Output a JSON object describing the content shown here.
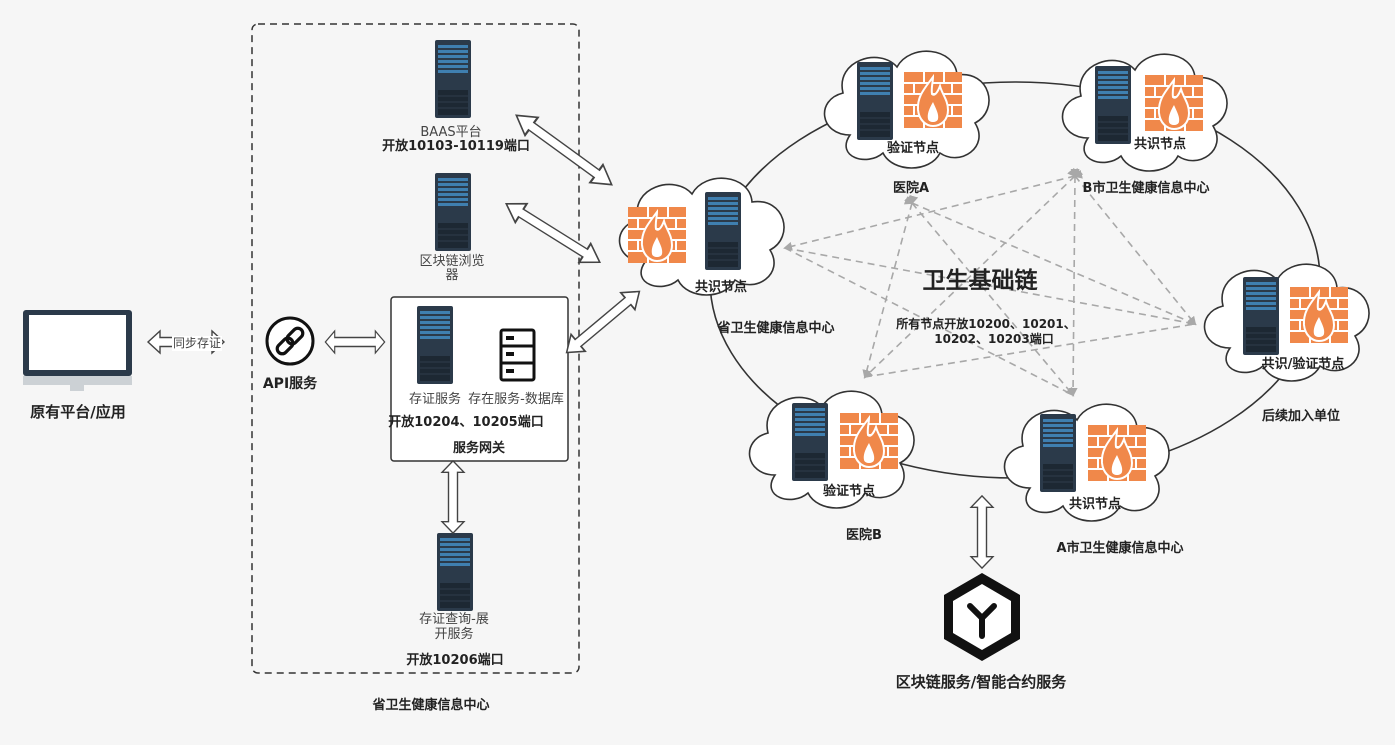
{
  "left_app": {
    "label": "原有平台/应用",
    "arrow_label": "同步存证"
  },
  "api": {
    "label": "API服务"
  },
  "gov_center": {
    "container_label": "省卫生健康信息中心",
    "baas": {
      "name": "BAAS平台",
      "ports": "开放10103-10119端口"
    },
    "explorer": {
      "name_line1": "区块链浏览",
      "name_line2": "器"
    },
    "gateway": {
      "title": "服务网关",
      "evidence_service": "存证服务",
      "storage_service": "存在服务-数据库",
      "ports": "开放10204、10205端口"
    },
    "query": {
      "name_line1": "存证查询-展",
      "name_line2": "开服务",
      "ports": "开放10206端口"
    }
  },
  "chain": {
    "title": "卫生基础链",
    "ports_line1": "所有节点开放10200、10201、",
    "ports_line2": "10202、10203端口",
    "nodes": [
      {
        "id": "prov",
        "role": "共识节点",
        "org": "省卫生健康信息中心"
      },
      {
        "id": "hospa",
        "role": "验证节点",
        "org": "医院A"
      },
      {
        "id": "cityb",
        "role": "共识节点",
        "org": "B市卫生健康信息中心"
      },
      {
        "id": "later",
        "role": "共识/验证节点",
        "org": "后续加入单位"
      },
      {
        "id": "citya",
        "role": "共识节点",
        "org": "A市卫生健康信息中心"
      },
      {
        "id": "hospb",
        "role": "验证节点",
        "org": "医院B"
      }
    ]
  },
  "bottom_service": {
    "label": "区块链服务/智能合约服务"
  },
  "colors": {
    "firewall": "#f0884a",
    "server": "#2b3a4a",
    "server_light": "#3f7fb0",
    "dash": "#a8a8a8"
  }
}
